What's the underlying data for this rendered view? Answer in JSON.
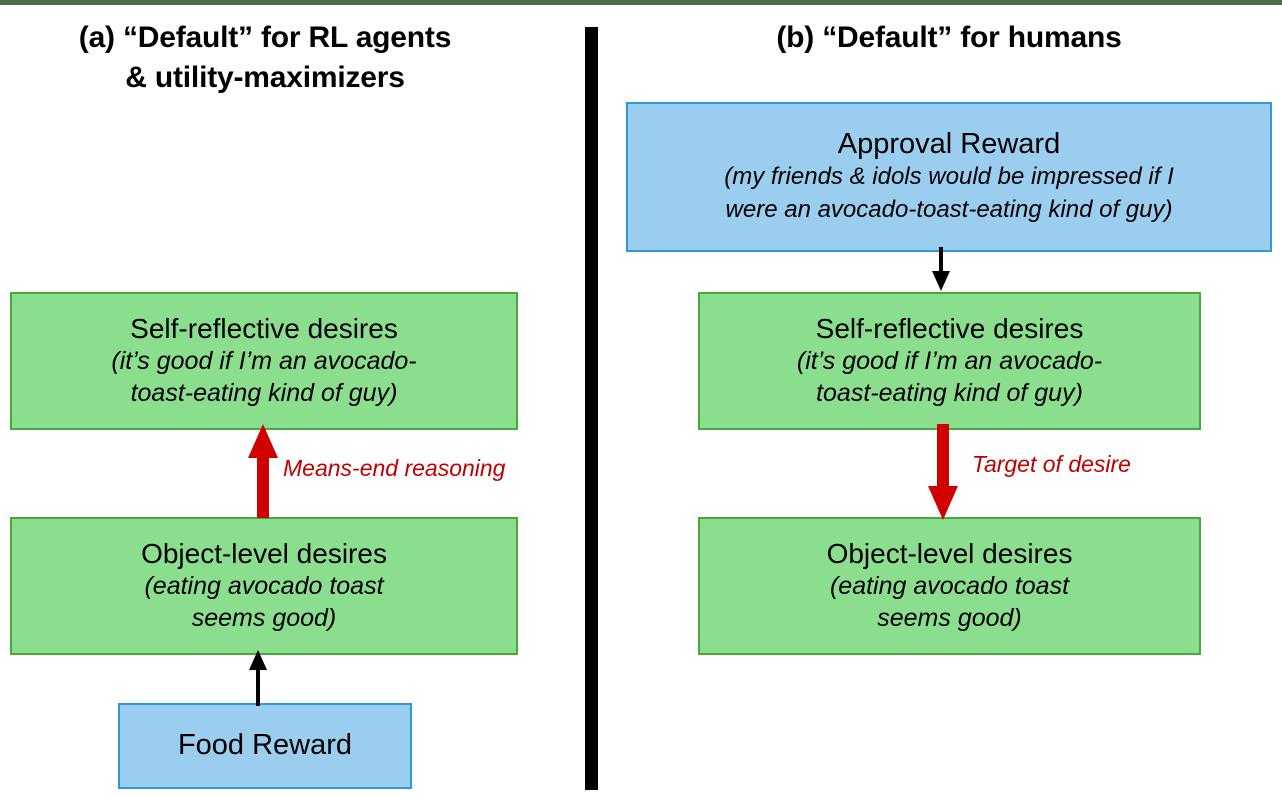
{
  "figure": {
    "top_strip_color": "#4a6b4a",
    "divider": "vertical-black-rule"
  },
  "panel_a": {
    "title_line1": "(a) “Default” for RL agents",
    "title_line2": "& utility-maximizers",
    "nodes": [
      {
        "id": "self-reflective-desires",
        "head": "Self-reflective desires",
        "sub_line1": "(it’s good if I’m an avocado-",
        "sub_line2": "toast-eating kind of guy)",
        "fill": "#8ade8e",
        "stroke": "#4aa83f"
      },
      {
        "id": "object-level-desires",
        "head": "Object-level desires",
        "sub_line1": "(eating avocado toast",
        "sub_line2": "seems good)",
        "fill": "#8ade8e",
        "stroke": "#4aa83f"
      },
      {
        "id": "food-reward",
        "head": "Food Reward",
        "fill": "#9bcdee",
        "stroke": "#2e9bd6"
      }
    ],
    "edges": [
      {
        "id": "means-end-reasoning",
        "label": "Means-end reasoning",
        "color": "#c00000",
        "direction": "up",
        "from": "object-level-desires",
        "to": "self-reflective-desires",
        "weight": "thick"
      },
      {
        "id": "food-reward-to-object-level",
        "label": "",
        "color": "#000000",
        "direction": "up",
        "from": "food-reward",
        "to": "object-level-desires",
        "weight": "thin"
      }
    ]
  },
  "panel_b": {
    "title_line1": "(b) “Default” for humans",
    "nodes": [
      {
        "id": "approval-reward",
        "head": "Approval Reward",
        "sub_line1": "(my friends & idols would be impressed if I",
        "sub_line2": "were an avocado-toast-eating kind of guy)",
        "fill": "#9bcdee",
        "stroke": "#2e9bd6"
      },
      {
        "id": "self-reflective-desires",
        "head": "Self-reflective desires",
        "sub_line1": "(it’s good if I’m an avocado-",
        "sub_line2": "toast-eating kind of guy)",
        "fill": "#8ade8e",
        "stroke": "#4aa83f"
      },
      {
        "id": "object-level-desires",
        "head": "Object-level desires",
        "sub_line1": "(eating avocado toast",
        "sub_line2": "seems good)",
        "fill": "#8ade8e",
        "stroke": "#4aa83f"
      }
    ],
    "edges": [
      {
        "id": "approval-to-self-reflective",
        "label": "",
        "color": "#000000",
        "direction": "down",
        "from": "approval-reward",
        "to": "self-reflective-desires",
        "weight": "thin"
      },
      {
        "id": "target-of-desire",
        "label": "Target of desire",
        "color": "#c00000",
        "direction": "down",
        "from": "self-reflective-desires",
        "to": "object-level-desires",
        "weight": "thick"
      }
    ]
  }
}
